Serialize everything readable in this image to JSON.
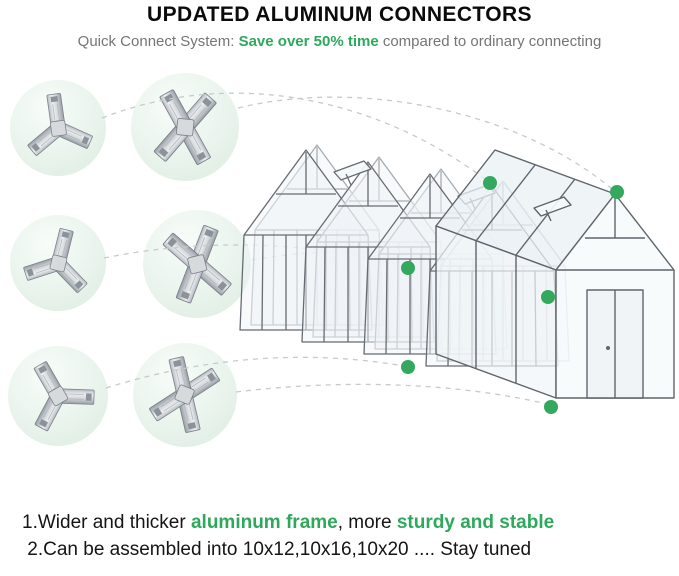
{
  "header": {
    "title": "UPDATED ALUMINUM CONNECTORS",
    "subtitle": {
      "prefix": "Quick Connect System: ",
      "highlight": "Save over 50% time",
      "suffix": " compared to ordinary connecting"
    }
  },
  "connector_gallery": {
    "items": [
      {
        "icon": "3-way-corner-connector-photo"
      },
      {
        "icon": "4-way-cross-connector-photo"
      },
      {
        "icon": "3-way-corner-connector-photo"
      },
      {
        "icon": "4-way-cross-connector-photo"
      },
      {
        "icon": "3-way-corner-connector-photo"
      },
      {
        "icon": "4-way-cross-connector-photo"
      }
    ]
  },
  "illustration": {
    "name": "exploded-greenhouse-frame-diagram",
    "marker_icon": "green-connector-location-dot"
  },
  "features": {
    "line1": {
      "prefix": "1.Wider and thicker ",
      "highlight1": "aluminum frame",
      "middle": ", more ",
      "highlight2": "sturdy and stable"
    },
    "line2": " 2.Can be assembled into 10x12,10x16,10x20 .... Stay tuned"
  },
  "colors": {
    "accent_green": "#2EA85C",
    "marker_green": "#34A95D",
    "circle_background": "#E8F3EB",
    "frame_line": "#666C73",
    "leader_line": "#C6CACD",
    "text_primary": "#151515",
    "text_secondary": "#757575"
  }
}
